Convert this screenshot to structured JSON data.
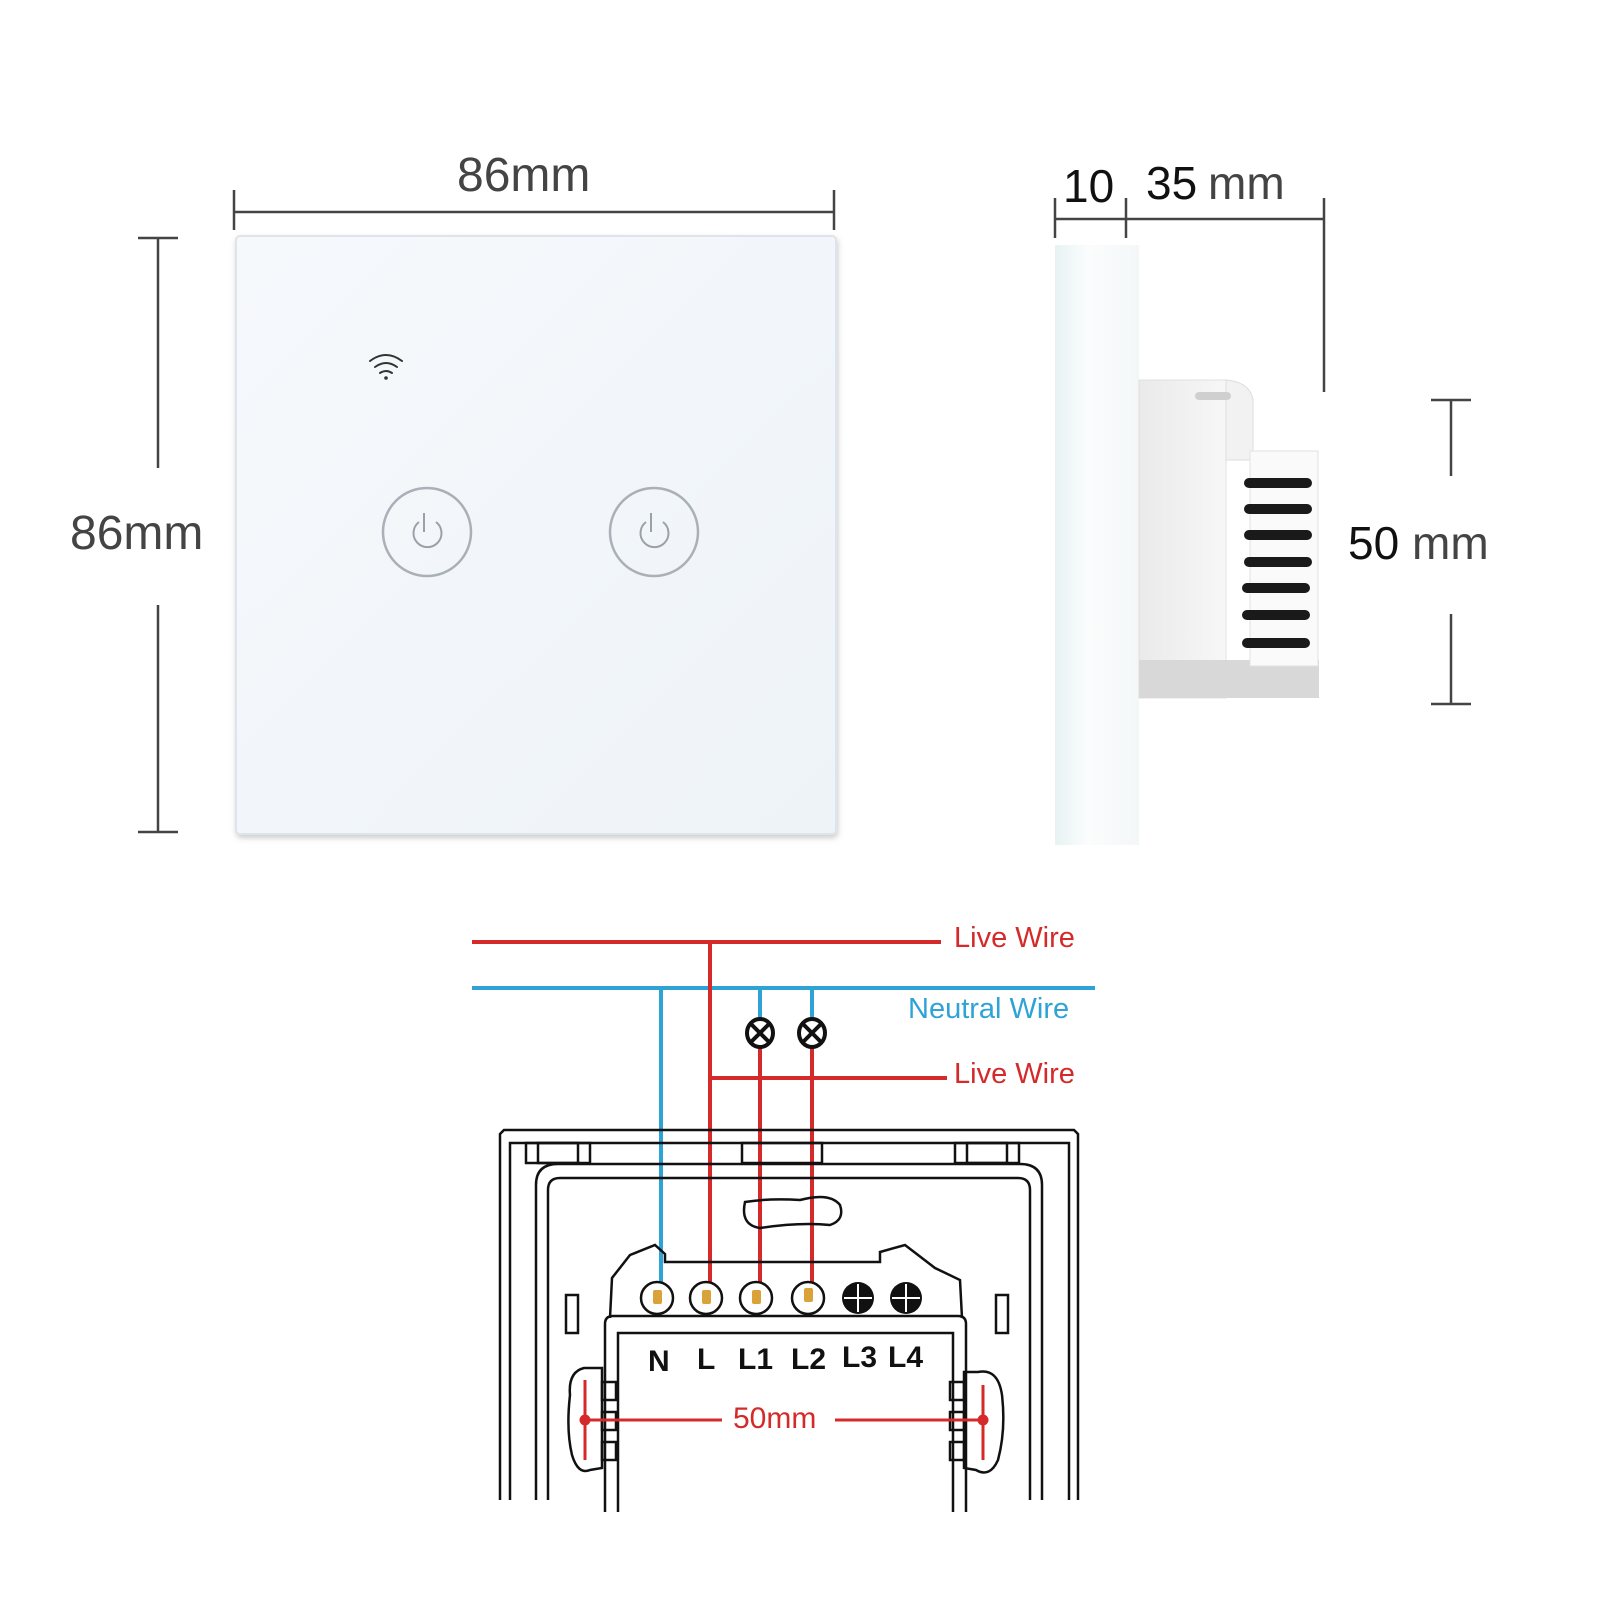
{
  "front_view": {
    "width_label": "86mm",
    "height_label": "86mm",
    "icons": [
      "wifi-icon",
      "power-icon",
      "power-icon"
    ],
    "buttons": [
      {
        "name": "touch-button-1",
        "icon": "power-icon"
      },
      {
        "name": "touch-button-2",
        "icon": "power-icon"
      }
    ]
  },
  "side_view": {
    "panel_depth": "10",
    "body_depth": "35",
    "depth_unit": "mm",
    "body_height": "50",
    "body_height_unit": "mm"
  },
  "wiring": {
    "top_live_label": "Live Wire",
    "neutral_label": "Neutral Wire",
    "bottom_live_label": "Live Wire",
    "terminals": [
      "N",
      "L",
      "L1",
      "L2",
      "L3",
      "L4"
    ],
    "mount_spacing": "50mm",
    "colors": {
      "live": "#d42a2a",
      "neutral": "#2fa3d6",
      "outline": "#111111",
      "terminal_pin": "#d9a33a"
    },
    "lamps": 2
  }
}
